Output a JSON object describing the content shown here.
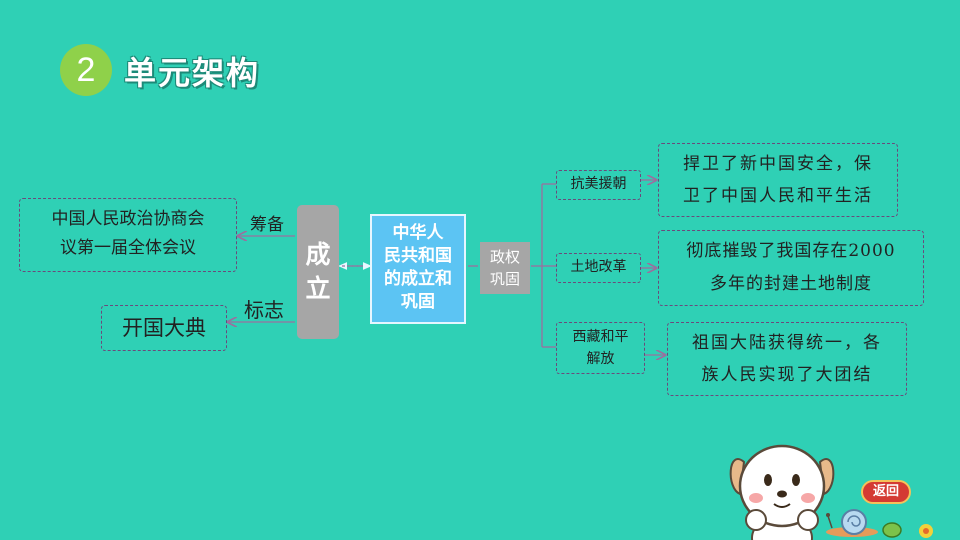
{
  "header": {
    "badge_number": "2",
    "title": "单元架构"
  },
  "center": {
    "lines": [
      "中华人",
      "民共和国",
      "的成立和",
      "巩固"
    ]
  },
  "left": {
    "main_chars": [
      "成",
      "立"
    ],
    "label_prep": "筹备",
    "label_sign": "标志",
    "prep_lines": [
      "中国人民政治协商会",
      "议第一届全体会议"
    ],
    "sign_text": "开国大典"
  },
  "right": {
    "main_lines": [
      "政权",
      "巩固"
    ],
    "branches": [
      {
        "label_lines": [
          "抗美援朝"
        ],
        "desc_lines": [
          "捍卫了新中国安全，保",
          "卫了中国人民和平生活"
        ]
      },
      {
        "label_lines": [
          "土地改革"
        ],
        "desc_lines": [
          "彻底摧毁了我国存在2000",
          "多年的封建土地制度"
        ]
      },
      {
        "label_lines": [
          "西藏和平",
          "解放"
        ],
        "desc_lines": [
          "祖国大陆获得统一，各",
          "族人民实现了大团结"
        ]
      }
    ]
  },
  "nav": {
    "back_label": "返回"
  },
  "colors": {
    "background": "#2fd0b5",
    "center_box": "#5cc4f3",
    "gray_box": "#a6a6a6",
    "badge": "#8fd14a",
    "dashed_border": "#6b4a7c",
    "connector": "#9b6f9f"
  }
}
